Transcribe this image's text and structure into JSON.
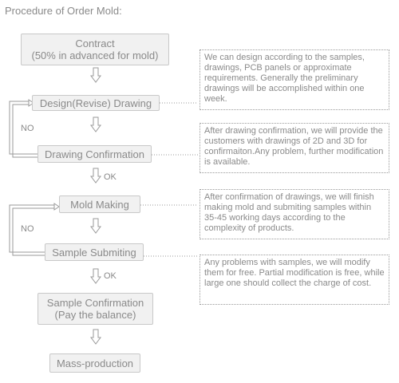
{
  "title": "Procedure of Order Mold:",
  "steps": {
    "contract": {
      "line1": "Contract",
      "line2": "(50% in advanced for mold)"
    },
    "design": "Design(Revise) Drawing",
    "drawing_confirm": "Drawing Confirmation",
    "mold_making": "Mold Making",
    "sample_submit": "Sample Submiting",
    "sample_confirm": {
      "line1": "Sample Confirmation",
      "line2": "(Pay the balance)"
    },
    "mass": "Mass-production"
  },
  "labels": {
    "no1": "NO",
    "ok1": "OK",
    "no2": "NO",
    "ok2": "OK"
  },
  "notes": {
    "n1": "We can design according to the samples, drawings, PCB panels or approximate requirements. Generally the preliminary drawings will be accomplished within one week.",
    "n2": "After drawing confirmation, we will provide the customers with drawings of 2D and 3D for confirmaiton.Any problem, further modification is available.",
    "n3": "After confirmation of drawings, we will finish making mold and submiting samples within 35-45 working days according to the complexity of products.",
    "n4": "Any problems with samples, we will modify them for free. Partial modification is free, while large one should collect the charge of cost."
  }
}
